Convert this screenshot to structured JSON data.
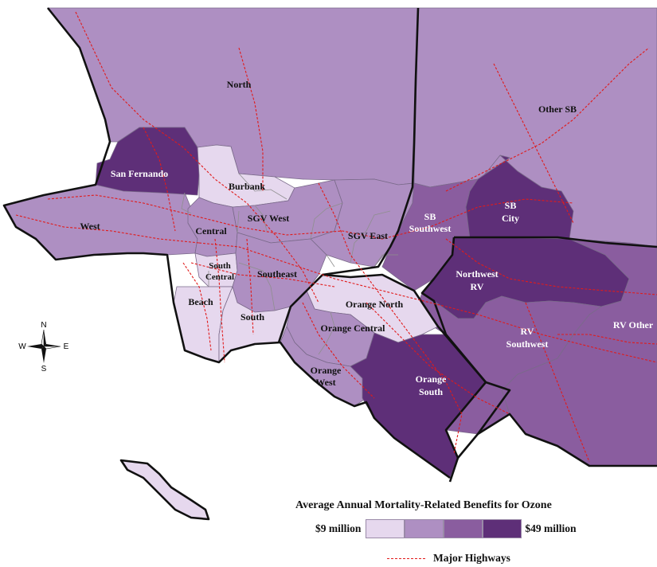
{
  "regions": {
    "north": "North",
    "other_sb": "Other SB",
    "san_fernando": "San Fernando",
    "burbank": "Burbank",
    "west": "West",
    "sgv_west": "SGV West",
    "central": "Central",
    "sgv_east": "SGV East",
    "sb_southwest_1": "SB",
    "sb_southwest_2": "Southwest",
    "sb_city_1": "SB",
    "sb_city_2": "City",
    "south_central_1": "South",
    "south_central_2": "Central",
    "southeast": "Southeast",
    "northwest_rv_1": "Northwest",
    "northwest_rv_2": "RV",
    "beach": "Beach",
    "orange_north": "Orange North",
    "south": "South",
    "orange_central": "Orange Central",
    "rv_southwest_1": "RV",
    "rv_southwest_2": "Southwest",
    "rv_other": "RV Other",
    "orange_west_1": "Orange",
    "orange_west_2": "West",
    "orange_south_1": "Orange",
    "orange_south_2": "South"
  },
  "compass": {
    "n": "N",
    "s": "S",
    "e": "E",
    "w": "W"
  },
  "legend": {
    "title": "Average Annual Mortality-Related Benefits for Ozone",
    "min_label": "$9 million",
    "max_label": "$49 million",
    "highway_label": "Major Highways"
  },
  "colors": {
    "class1": "#e6d8ee",
    "class2": "#ae8fc2",
    "class3": "#8a5d9f",
    "class4": "#5e2f78",
    "highway": "#e11b1b",
    "boundary": "#111111"
  }
}
